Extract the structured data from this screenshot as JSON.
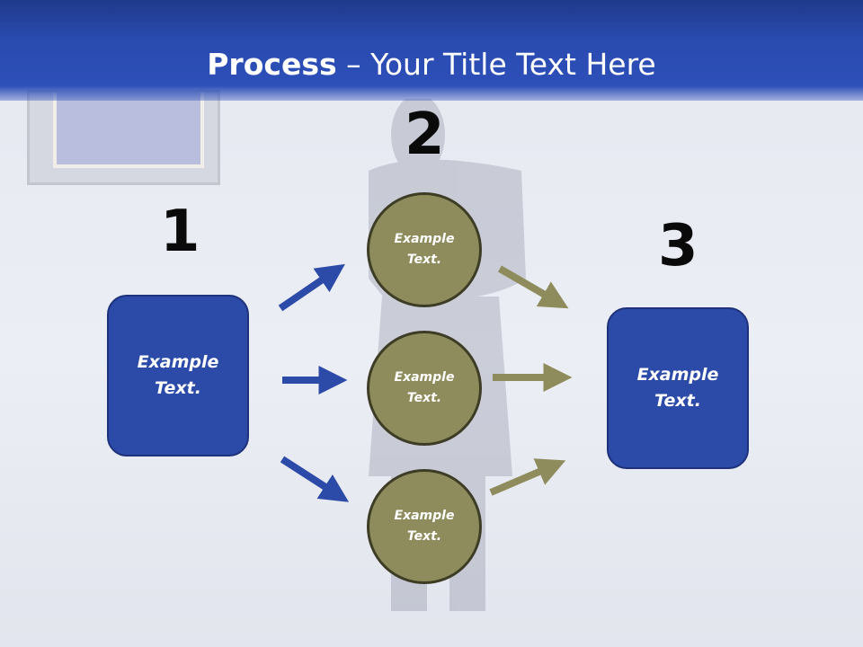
{
  "title": {
    "bold": "Process",
    "rest": " – Your Title Text Here"
  },
  "steps": [
    {
      "number": "1",
      "text": "Example\nText."
    },
    {
      "number": "2",
      "text": ""
    },
    {
      "number": "3",
      "text": "Example\nText."
    }
  ],
  "circles": [
    {
      "text": "Example\nText."
    },
    {
      "text": "Example\nText."
    },
    {
      "text": "Example\nText."
    }
  ],
  "colors": {
    "header": "#2a4bb0",
    "box": "#2c4aa8",
    "circle": "#8e8c5c",
    "arrow_blue": "#2c4aa8",
    "arrow_olive": "#8e8c5c"
  }
}
